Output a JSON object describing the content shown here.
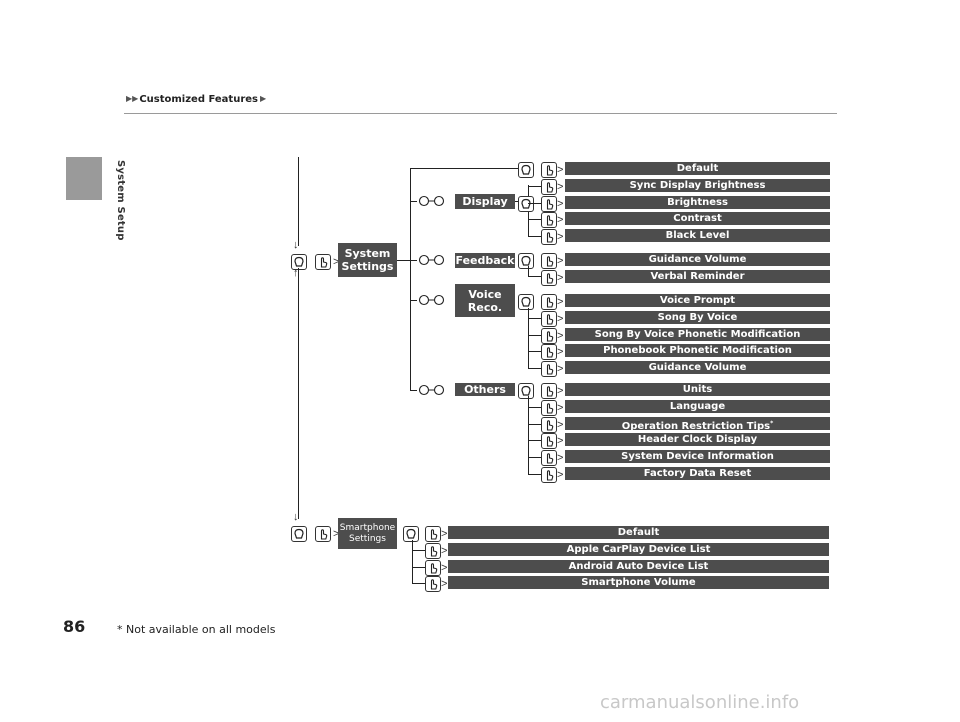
{
  "header": {
    "breadcrumb": "Customized Features",
    "section_tab": "System Setup"
  },
  "menu_tree": {
    "system_settings": {
      "label": "System\nSettings",
      "categories": {
        "display": {
          "label": "Display",
          "items": [
            "Default",
            "Sync Display Brightness",
            "Brightness",
            "Contrast",
            "Black Level"
          ]
        },
        "feedback": {
          "label": "Feedback",
          "items": [
            "Guidance Volume",
            "Verbal Reminder"
          ]
        },
        "voice_reco": {
          "label": "Voice\nReco.",
          "items": [
            "Voice Prompt",
            "Song By Voice",
            "Song By Voice Phonetic Modification",
            "Phonebook Phonetic Modification",
            "Guidance Volume"
          ]
        },
        "others": {
          "label": "Others",
          "items": [
            "Units",
            "Language",
            "Operation Restriction Tips",
            "Header Clock Display",
            "System Device Information",
            "Factory Data Reset"
          ],
          "footnote_mark": "*"
        }
      }
    },
    "smartphone_settings": {
      "label": "Smartphone\nSettings",
      "items": [
        "Default",
        "Apple CarPlay Device List",
        "Android Auto Device List",
        "Smartphone Volume"
      ]
    }
  },
  "footer": {
    "page_number": "86",
    "footnote": "* Not available on all models",
    "watermark": "carmanualsonline.info"
  }
}
